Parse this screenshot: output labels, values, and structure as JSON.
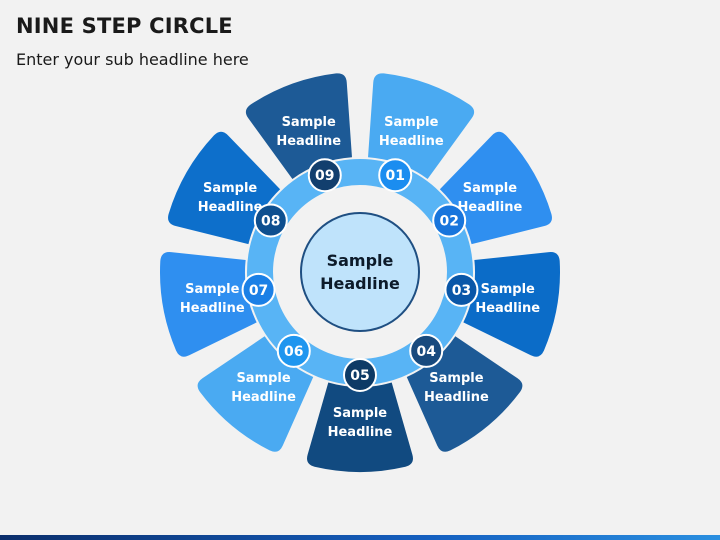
{
  "header": {
    "title": "NINE STEP CIRCLE",
    "subtitle": "Enter your sub headline here"
  },
  "center": {
    "line1": "Sample",
    "line2": "Headline",
    "fill": "#bfe3fb",
    "stroke": "#1f4f82"
  },
  "ring_color": "#58b4f5",
  "badge_stroke": "#ffffff",
  "steps": [
    {
      "number": "01",
      "line1": "Sample",
      "line2": "Headline",
      "color": "#4aaaf2",
      "badge_color": "#1b8df0"
    },
    {
      "number": "02",
      "line1": "Sample",
      "line2": "Headline",
      "color": "#2f8ff0",
      "badge_color": "#1875dc"
    },
    {
      "number": "03",
      "line1": "Sample",
      "line2": "Headline",
      "color": "#0b6cc8",
      "badge_color": "#0a57a8"
    },
    {
      "number": "04",
      "line1": "Sample",
      "line2": "Headline",
      "color": "#1d5a96",
      "badge_color": "#184a7e"
    },
    {
      "number": "05",
      "line1": "Sample",
      "line2": "Headline",
      "color": "#114a80",
      "badge_color": "#0d3a66"
    },
    {
      "number": "06",
      "line1": "Sample",
      "line2": "Headline",
      "color": "#4aaaf2",
      "badge_color": "#1f96ef"
    },
    {
      "number": "07",
      "line1": "Sample",
      "line2": "Headline",
      "color": "#2f8ff0",
      "badge_color": "#1b80e6"
    },
    {
      "number": "08",
      "line1": "Sample",
      "line2": "Headline",
      "color": "#0d6fcb",
      "badge_color": "#0e4f8f"
    },
    {
      "number": "09",
      "line1": "Sample",
      "line2": "Headline",
      "color": "#1d5a96",
      "badge_color": "#123f6e"
    }
  ]
}
